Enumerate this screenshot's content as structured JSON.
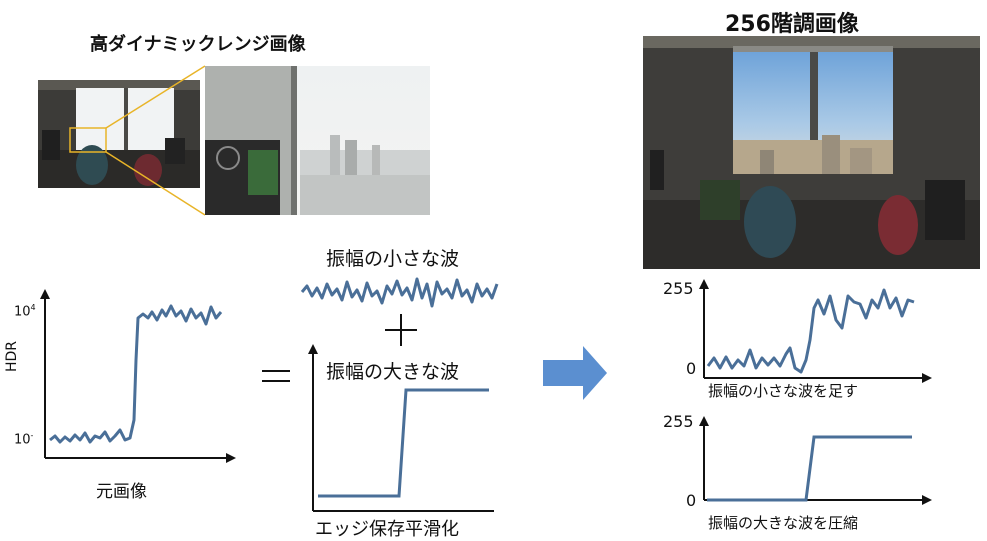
{
  "left_panel": {
    "title": "高ダイナミックレンジ画像",
    "graph": {
      "y_axis_label": "HDR",
      "y_tick_top": "10",
      "y_tick_top_exp": "4",
      "y_tick_bottom": "10",
      "y_tick_bottom_exp": "-",
      "x_axis_label": "元画像"
    }
  },
  "middle_panel": {
    "small_wave_label": "振幅の小さな波",
    "plus_sign": "+",
    "equals_sign": "=",
    "large_wave_label": "振幅の大きな波",
    "process_label": "エッジ保存平滑化"
  },
  "right_panel": {
    "title": "256階調画像",
    "top_graph": {
      "y_tick_top": "255",
      "y_tick_bottom": "0",
      "x_axis_label": "振幅の小さな波を足す"
    },
    "bottom_graph": {
      "y_tick_top": "255",
      "y_tick_bottom": "0",
      "x_axis_label": "振幅の大きな波を圧縮"
    }
  },
  "colors": {
    "wave": "#4a6f98",
    "arrow": "#5b8fd0",
    "zoom_box": "#e8b428",
    "axis": "#111111"
  },
  "icons": {
    "process_arrow": "right-arrow-icon"
  }
}
